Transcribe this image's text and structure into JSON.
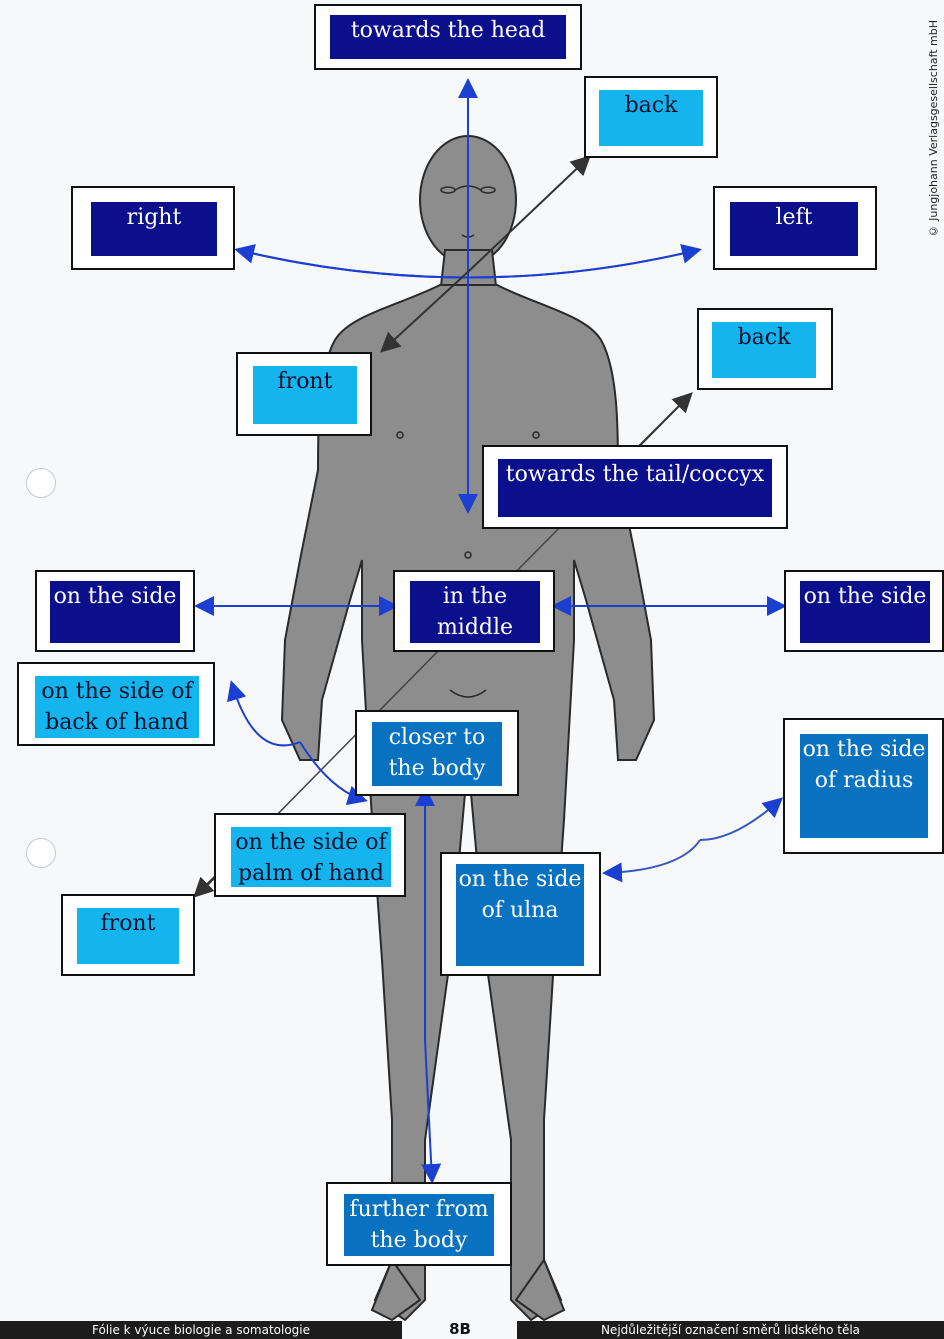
{
  "labels": {
    "head": "towards the head",
    "back_top": "back",
    "right": "right",
    "left": "left",
    "back_mid": "back",
    "front_top": "front",
    "tail": "towards the tail/coccyx",
    "side_left": "on the side",
    "middle": "in the middle",
    "side_right": "on the side",
    "back_of_hand": "on the side of back of hand",
    "closer": "closer to the body",
    "radius": "on the side of radius",
    "palm": "on the side of palm of hand",
    "front_bottom": "front",
    "ulna": "on the side of ulna",
    "further": "further from the body"
  },
  "copyright": "© Jungjohann Verlagsgesellschaft mbH",
  "footer": {
    "left": "Fólie k výuce biologie a somatologie",
    "number": "8B",
    "right": "Nejdůležitější označení směrů lidského těla"
  },
  "colors": {
    "dark": "#0b0f8c",
    "light": "#14b4ee",
    "mid": "#0872c0",
    "arrow": "#1b3fd0",
    "arrow_black": "#333333"
  }
}
